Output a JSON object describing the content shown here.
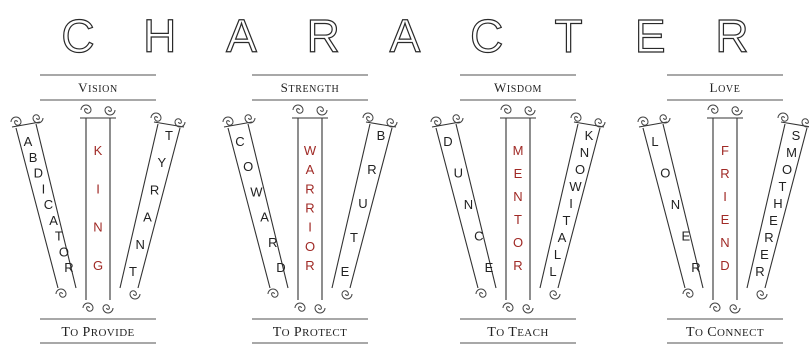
{
  "title": "CHARACTER",
  "colors": {
    "virtue": "#a02a26",
    "ink": "#222222",
    "rule": "#8c8c8c"
  },
  "groups": [
    {
      "header": "Vision",
      "footer": "To Provide",
      "left": "ABDICATOR",
      "center": "KING",
      "right": "TYRANT"
    },
    {
      "header": "Strength",
      "footer": "To Protect",
      "left": "COWARD",
      "center": "WARRIOR",
      "right": "BRUTE"
    },
    {
      "header": "Wisdom",
      "footer": "To Teach",
      "left": "DUNCE",
      "center": "MENTOR",
      "right": "KNOWITALL"
    },
    {
      "header": "Love",
      "footer": "To Connect",
      "left": "LONER",
      "center": "FRIEND",
      "right": "SMOTHERER"
    }
  ]
}
